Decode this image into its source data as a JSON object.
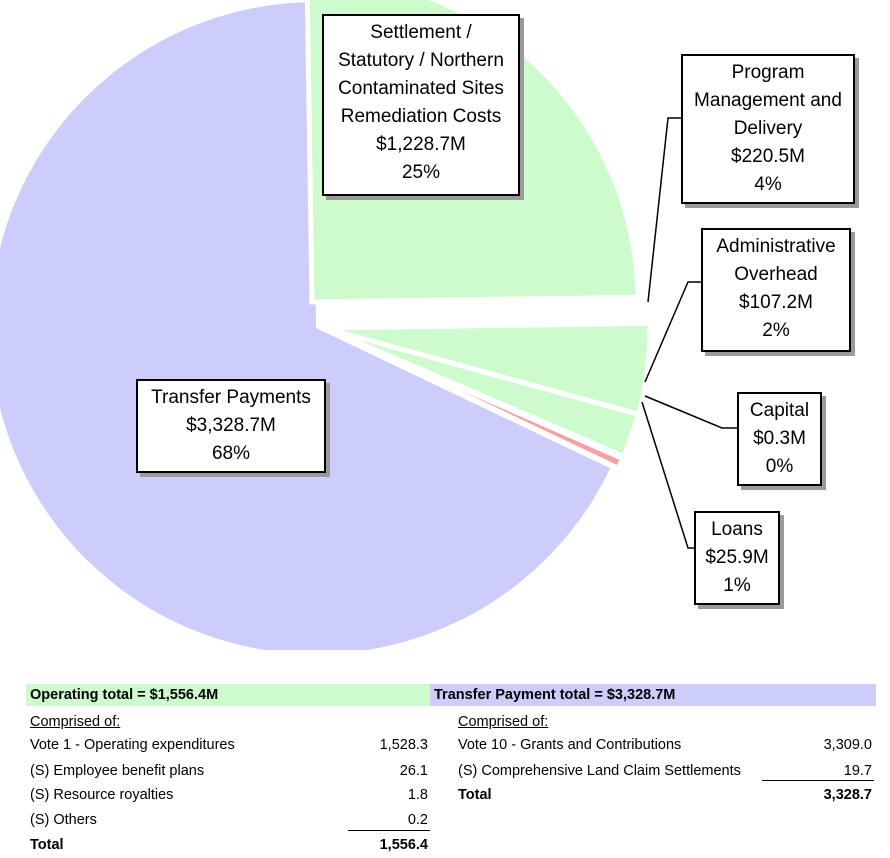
{
  "chart_data": {
    "type": "pie",
    "slices": [
      {
        "label": "Transfer Payments",
        "amount": "$3,328.7M",
        "percent": "68%",
        "value": 3328.7,
        "color": "#cccdfb"
      },
      {
        "label": "Settlement / Statutory / Northern Contaminated Sites Remediation Costs",
        "amount": "$1,228.7M",
        "percent": "25%",
        "value": 1228.7,
        "color": "#cdfbcd"
      },
      {
        "label": "Program Management and Delivery",
        "amount": "$220.5M",
        "percent": "4%",
        "value": 220.5,
        "color": "#cdfbcd"
      },
      {
        "label": "Administrative Overhead",
        "amount": "$107.2M",
        "percent": "2%",
        "value": 107.2,
        "color": "#cdfbcd"
      },
      {
        "label": "Capital",
        "amount": "$0.3M",
        "percent": "0%",
        "value": 0.3,
        "color": "#cdfbcd"
      },
      {
        "label": "Loans",
        "amount": "$25.9M",
        "percent": "1%",
        "value": 25.9,
        "color": "#f6a0a4"
      }
    ]
  },
  "callouts": {
    "settlement": [
      "Settlement /",
      "Statutory / Northern",
      "Contaminated Sites",
      "Remediation Costs",
      "$1,228.7M",
      "25%"
    ],
    "program": [
      "Program",
      "Management and",
      "Delivery",
      "$220.5M",
      "4%"
    ],
    "admin": [
      "Administrative",
      "Overhead",
      "$107.2M",
      "2%"
    ],
    "capital": [
      "Capital",
      "$0.3M",
      "0%"
    ],
    "loans": [
      "Loans",
      "$25.9M",
      "1%"
    ],
    "transfer": [
      "Transfer Payments",
      "$3,328.7M",
      "68%"
    ]
  },
  "operating": {
    "header": "Operating total = $1,556.4M",
    "header_color": "#cdfbcd",
    "comprised": "Comprised of:",
    "rows": [
      {
        "label": "Vote 1 - Operating expenditures",
        "value": "1,528.3"
      },
      {
        "label": "(S) Employee benefit plans",
        "value": "26.1"
      },
      {
        "label": "(S) Resource royalties",
        "value": "1.8"
      },
      {
        "label": "(S) Others",
        "value": "0.2"
      }
    ],
    "total_label": "Total",
    "total_value": "1,556.4"
  },
  "transfer": {
    "header": "Transfer Payment total =  $3,328.7M",
    "header_color": "#cccdfb",
    "comprised": "Comprised of:",
    "rows": [
      {
        "label": "Vote 10 - Grants and Contributions",
        "value": "3,309.0"
      },
      {
        "label": "(S) Comprehensive Land Claim Settlements",
        "value": "19.7"
      }
    ],
    "total_label": "Total",
    "total_value": "3,328.7"
  }
}
